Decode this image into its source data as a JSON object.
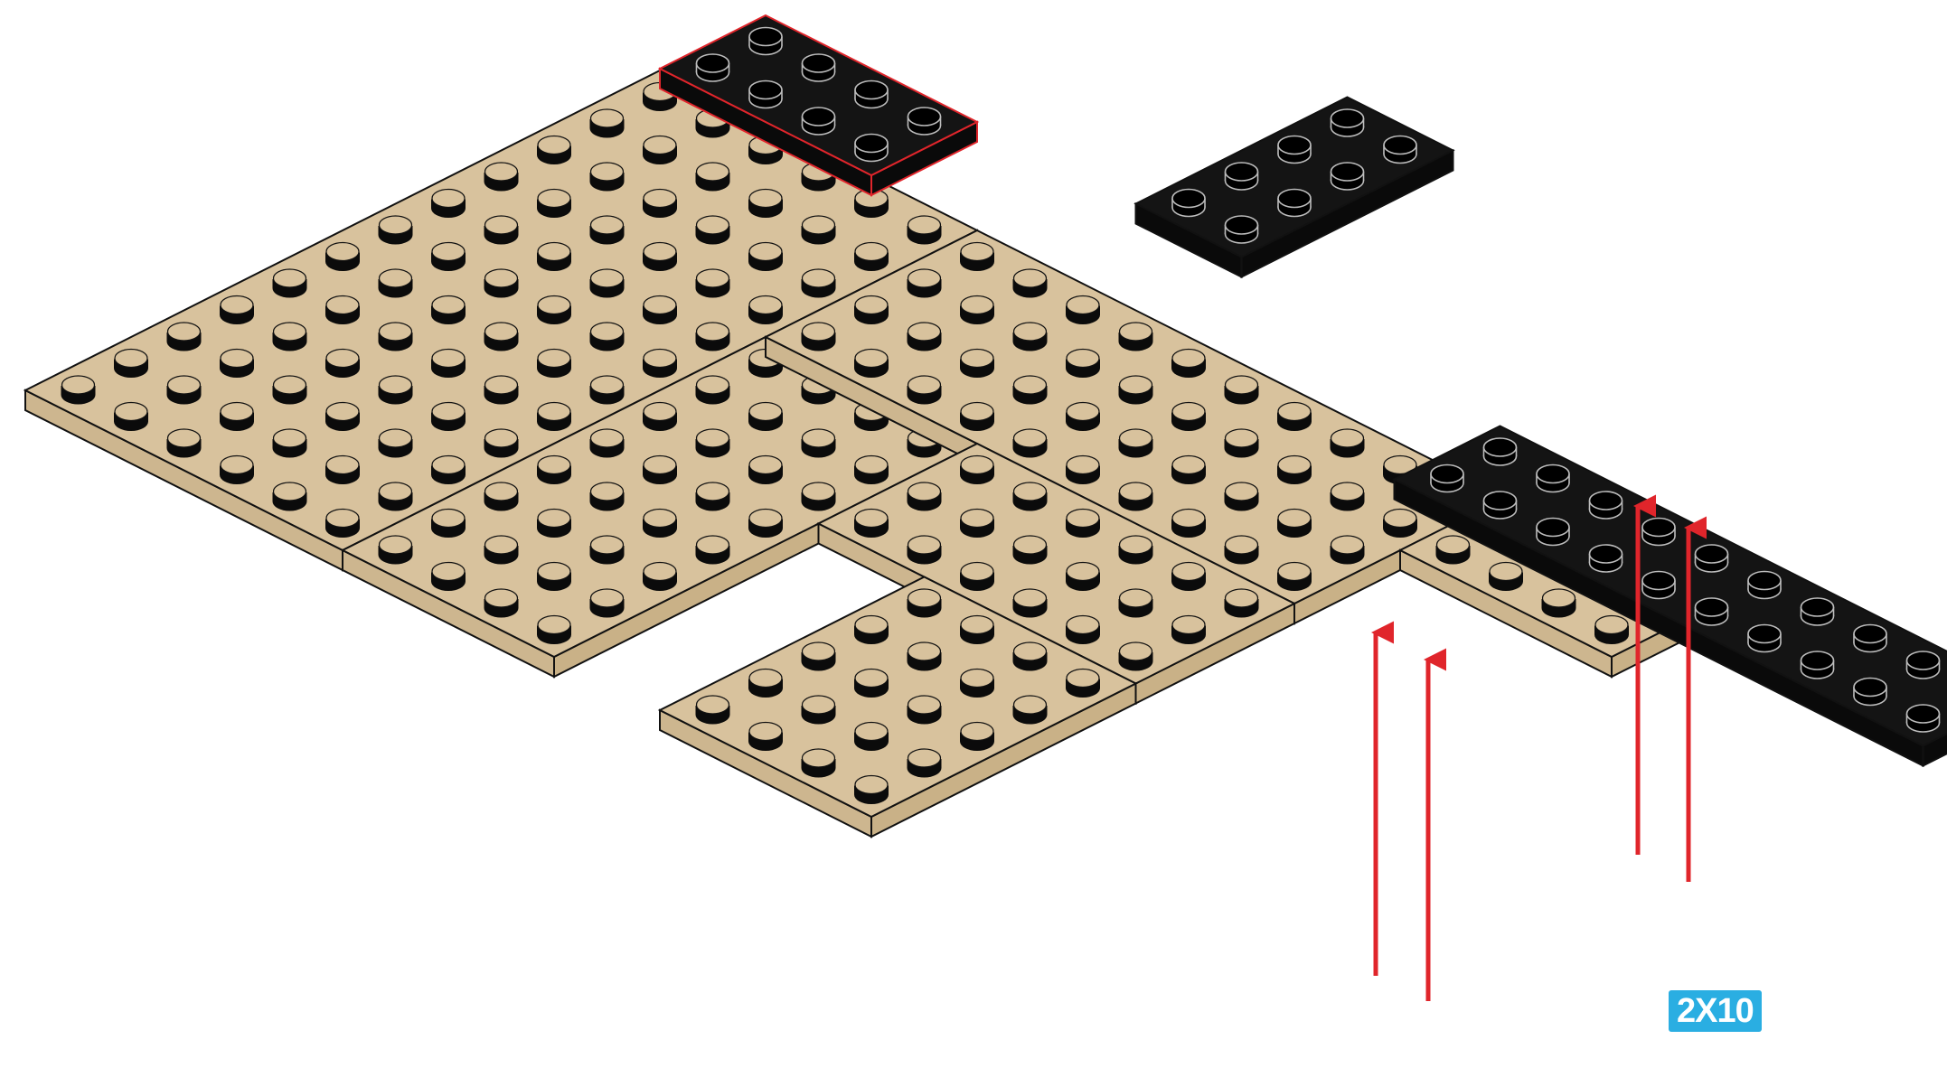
{
  "diagram": {
    "kind": "lego-assembly-step",
    "part_label": "2X10",
    "colors": {
      "tan_top": "#d8c29d",
      "tan_side": "#cdb68f",
      "tan_stud_shadow": "#0b0b0b",
      "black_plate": "#141414",
      "black_stud_outline": "#bdbdbd",
      "highlight_outline": "#e0252b",
      "arrow": "#e0252b",
      "label_bg": "#2aaee2"
    },
    "parts": [
      {
        "name": "tan-baseplate-assembly",
        "color": "tan"
      },
      {
        "name": "black-plate-2x4-top",
        "color": "black",
        "outlined": true
      },
      {
        "name": "black-plate-2x4-right",
        "color": "black"
      },
      {
        "name": "black-plate-2x10",
        "color": "black",
        "label": "2X10"
      }
    ],
    "arrows": 4,
    "arrow_icon": "arrow-up-icon"
  }
}
